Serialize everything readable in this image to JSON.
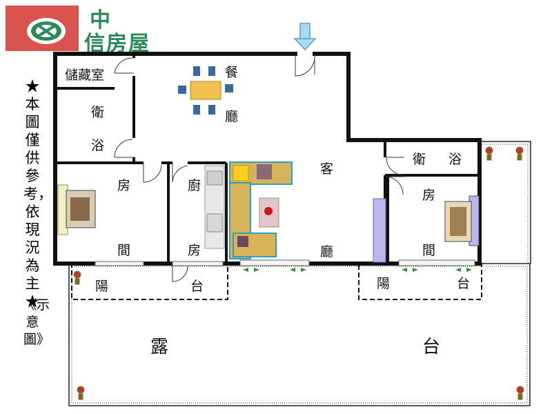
{
  "header": {
    "brand_line1": "中",
    "brand_line2": "信房屋"
  },
  "notes": {
    "disclaimer": "★本圖僅供參考，依現況為主★",
    "illustration": "《示意圖》"
  },
  "rooms": {
    "storage": "儲藏室",
    "bath_left_1": "衛",
    "bath_left_2": "浴",
    "dining_1": "餐",
    "dining_2": "廳",
    "living_1": "客",
    "living_2": "廳",
    "bedroom_left_1": "房",
    "bedroom_left_2": "間",
    "kitchen_1": "廚",
    "kitchen_2": "房",
    "bath_right_1": "衛",
    "bath_right_2": "浴",
    "bedroom_right_1": "房",
    "bedroom_right_2": "間",
    "balcony_left_1": "陽",
    "balcony_left_2": "台",
    "balcony_right_1": "陽",
    "balcony_right_2": "台",
    "terrace_1": "露",
    "terrace_2": "台"
  },
  "colors": {
    "logo_red": "#d9534f",
    "brand_green": "#2a8a58",
    "wall": "#111111",
    "entry_arrow": "#a9dcf2",
    "furniture_gold": "#d7b35a",
    "window_green": "#3a8a3a"
  },
  "icons": [
    "entry-arrow-icon",
    "dining-table-icon",
    "bed-icon",
    "sofa-icon",
    "plant-icon",
    "door-swing-icon"
  ]
}
